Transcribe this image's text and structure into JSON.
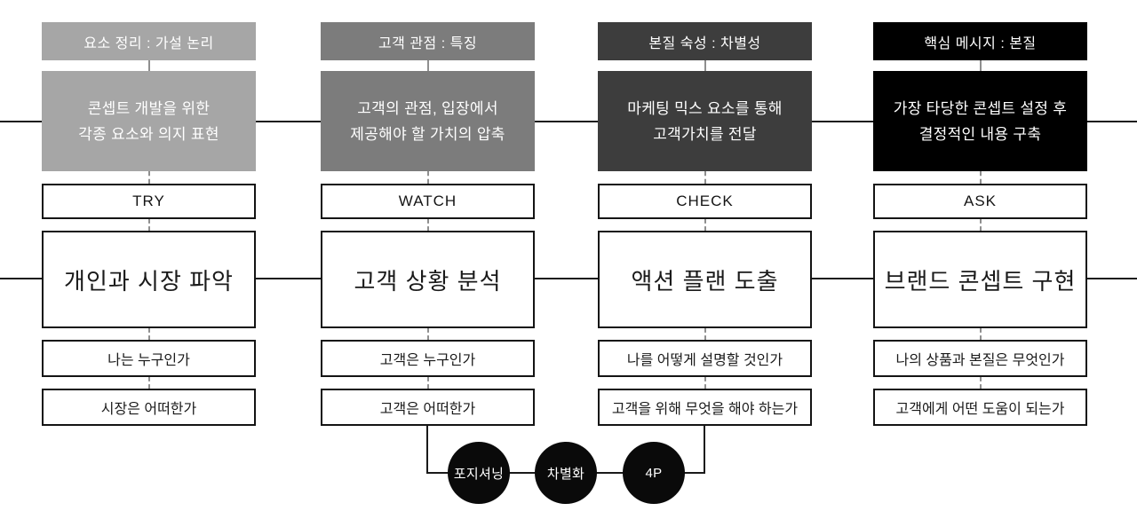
{
  "diagram": {
    "title": "brand-concept-development-flow",
    "colors": {
      "column_try": "#a6a6a6",
      "column_watch": "#7c7c7c",
      "column_check": "#3d3d3d",
      "column_ask": "#000000",
      "connector": "#1a1a1a",
      "dashed_connector": "#8f8f8f",
      "circle_fill": "#0a0a0a"
    },
    "columns": [
      {
        "header": "요소 정리 : 가설 논리",
        "description_line1": "콘셉트 개발을 위한",
        "description_line2": "각종 요소와 의지 표현",
        "stage_label": "TRY",
        "title": "개인과 시장 파악",
        "question1": "나는 누구인가",
        "question2": "시장은 어떠한가",
        "color": "#a6a6a6"
      },
      {
        "header": "고객 관점 : 특징",
        "description_line1": "고객의 관점, 입장에서",
        "description_line2": "제공해야 할 가치의 압축",
        "stage_label": "WATCH",
        "title": "고객 상황 분석",
        "question1": "고객은 누구인가",
        "question2": "고객은 어떠한가",
        "color": "#7c7c7c"
      },
      {
        "header": "본질 숙성 : 차별성",
        "description_line1": "마케팅 믹스 요소를 통해",
        "description_line2": "고객가치를 전달",
        "stage_label": "CHECK",
        "title": "액션 플랜 도출",
        "question1": "나를 어떻게 설명할 것인가",
        "question2": "고객을 위해 무엇을 해야 하는가",
        "color": "#3d3d3d"
      },
      {
        "header": "핵심 메시지 : 본질",
        "description_line1": "가장 타당한 콘셉트 설정 후",
        "description_line2": "결정적인 내용 구축",
        "stage_label": "ASK",
        "title": "브랜드 콘셉트 구현",
        "question1": "나의 상품과 본질은 무엇인가",
        "question2": "고객에게 어떤 도움이 되는가",
        "color": "#000000"
      }
    ],
    "circles": [
      {
        "label": "포지셔닝"
      },
      {
        "label": "차별화"
      },
      {
        "label": "4P"
      }
    ]
  }
}
